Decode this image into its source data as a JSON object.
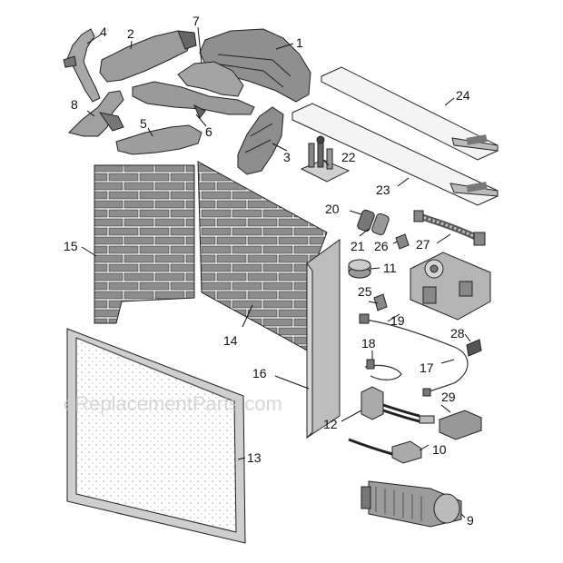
{
  "watermark": "eReplacementParts.com",
  "colors": {
    "outline": "#222222",
    "brick": "#8c8c8c",
    "panel": "#bdbdbd",
    "dark": "#555555"
  },
  "callouts": {
    "p1": "1",
    "p2": "2",
    "p3": "3",
    "p4": "4",
    "p5": "5",
    "p6": "6",
    "p7": "7",
    "p8": "8",
    "p9": "9",
    "p10": "10",
    "p11": "11",
    "p12": "12",
    "p13": "13",
    "p14": "14",
    "p15": "15",
    "p16": "16",
    "p17": "17",
    "p18": "18",
    "p19": "19",
    "p20": "20",
    "p21": "21",
    "p22": "22",
    "p23": "23",
    "p24": "24",
    "p25": "25",
    "p26": "26",
    "p27": "27",
    "p28": "28",
    "p29": "29"
  }
}
